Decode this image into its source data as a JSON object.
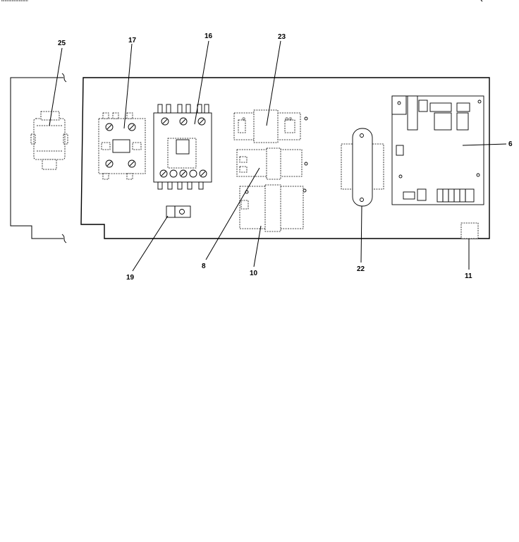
{
  "diagram": {
    "callouts": {
      "c25": "25",
      "c17": "17",
      "c16": "16",
      "c23": "23",
      "c6": "6",
      "c19": "19",
      "c8": "8",
      "c10": "10",
      "c22": "22",
      "c11": "11"
    }
  }
}
